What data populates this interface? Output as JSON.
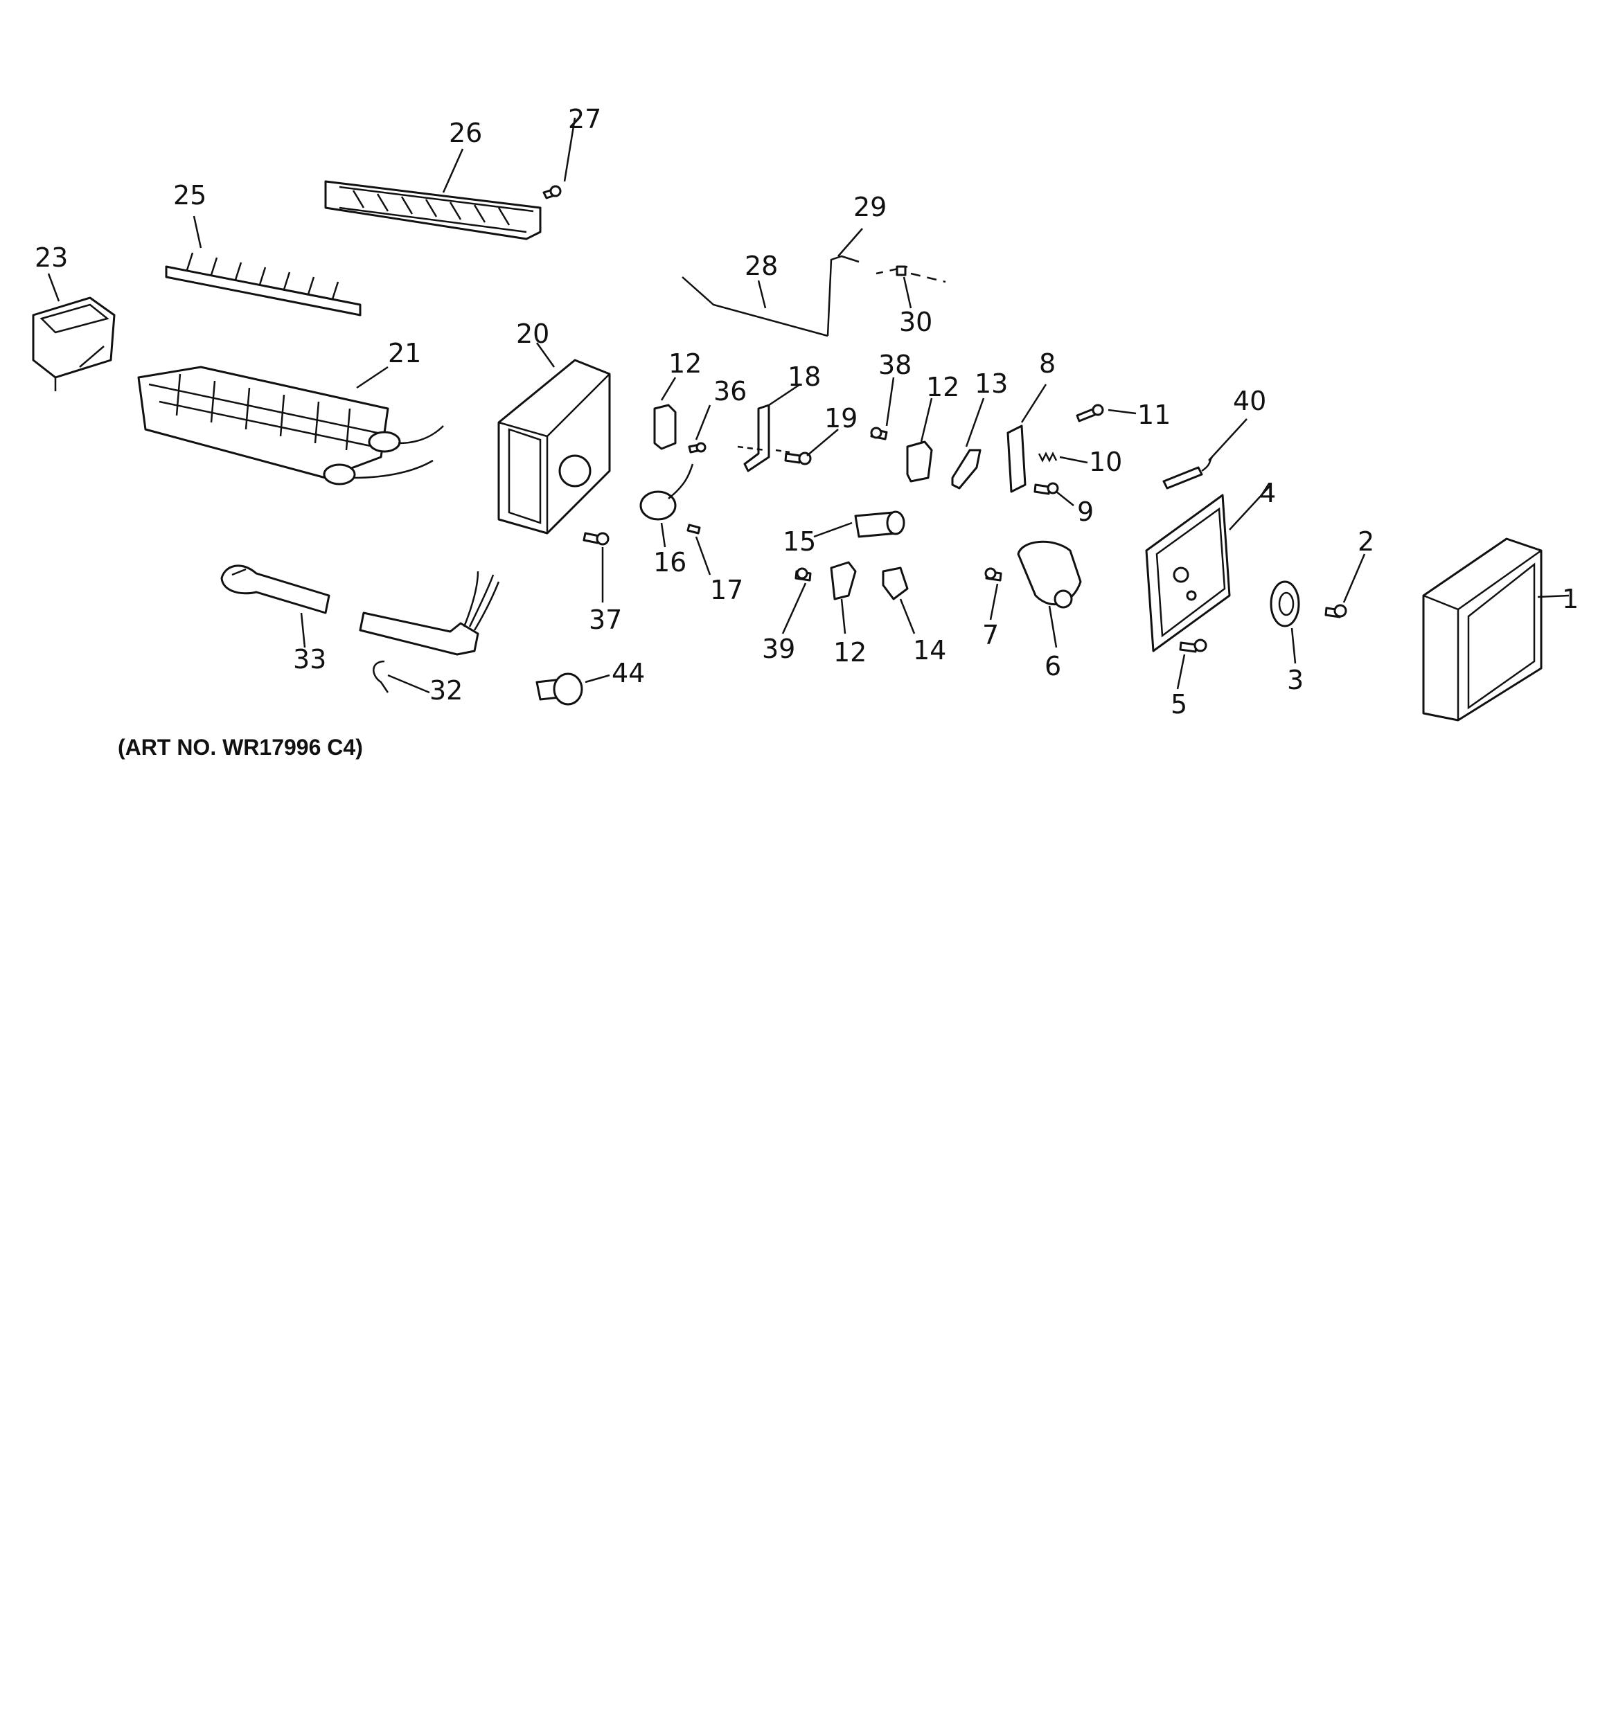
{
  "art_number": "(ART NO. WR17996 C4)",
  "callouts": {
    "c1": "1",
    "c2": "2",
    "c3": "3",
    "c4": "4",
    "c5": "5",
    "c6": "6",
    "c7": "7",
    "c8": "8",
    "c9": "9",
    "c10": "10",
    "c11": "11",
    "c12a": "12",
    "c12b": "12",
    "c12c": "12",
    "c13": "13",
    "c14": "14",
    "c15": "15",
    "c16": "16",
    "c17": "17",
    "c18": "18",
    "c19": "19",
    "c20": "20",
    "c21": "21",
    "c23": "23",
    "c25": "25",
    "c26": "26",
    "c27": "27",
    "c28": "28",
    "c29": "29",
    "c30": "30",
    "c32": "32",
    "c33": "33",
    "c36": "36",
    "c37": "37",
    "c38": "38",
    "c39": "39",
    "c40": "40",
    "c44": "44"
  }
}
